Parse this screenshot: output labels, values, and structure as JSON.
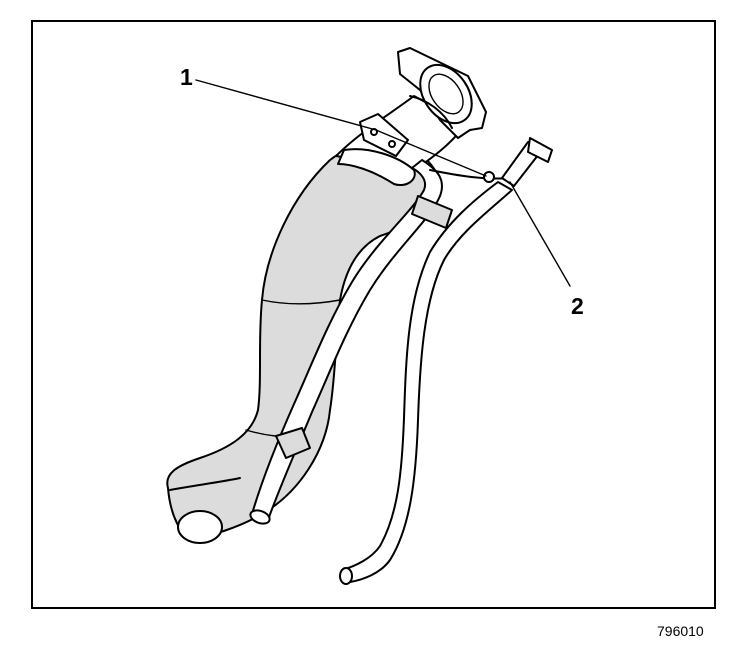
{
  "callouts": [
    {
      "number": "1"
    },
    {
      "number": "2"
    }
  ],
  "figure_id": "796010"
}
